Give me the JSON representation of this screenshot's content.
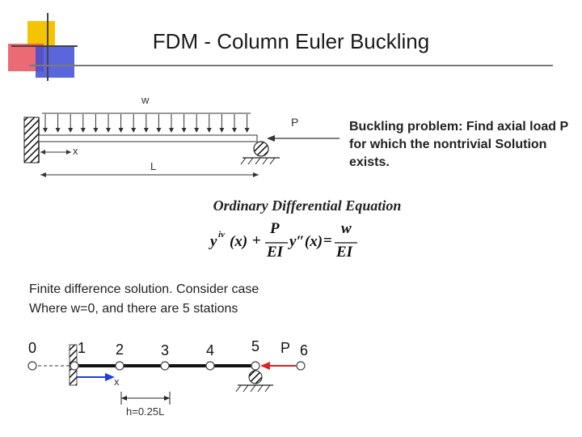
{
  "slide": {
    "title": "FDM - Column Euler Buckling",
    "side_note": "Buckling problem: Find axial load P for which the nontrivial Solution exists.",
    "finite_difference_text_1": "Finite difference solution. Consider case",
    "finite_difference_text_2": "Where w=0, and there are 5 stations"
  },
  "beam_diagram": {
    "load_label": "w",
    "axial_label": "P",
    "x_label": "x",
    "length_label": "L"
  },
  "equation": {
    "title": "Ordinary Differential Equation",
    "y4": "y",
    "y4_sup": "iv",
    "arg": "(x)",
    "plus": "+",
    "frac_num": "P",
    "frac_den": "EI",
    "y2": "y″(x)",
    "equals": "=",
    "rhs_num": "w",
    "rhs_den": "EI"
  },
  "stations_diagram": {
    "stations": [
      "0",
      "1",
      "2",
      "3",
      "4",
      "5",
      "6"
    ],
    "axial_label": "P",
    "x_label": "x",
    "spacing_label": "h=0.25L"
  },
  "colors": {
    "accent_yellow": "#f5c400",
    "accent_red": "#e8505b",
    "accent_blue": "#3d4bd6",
    "arrow_red": "#e02020",
    "arrow_blue": "#1f3fd8"
  }
}
